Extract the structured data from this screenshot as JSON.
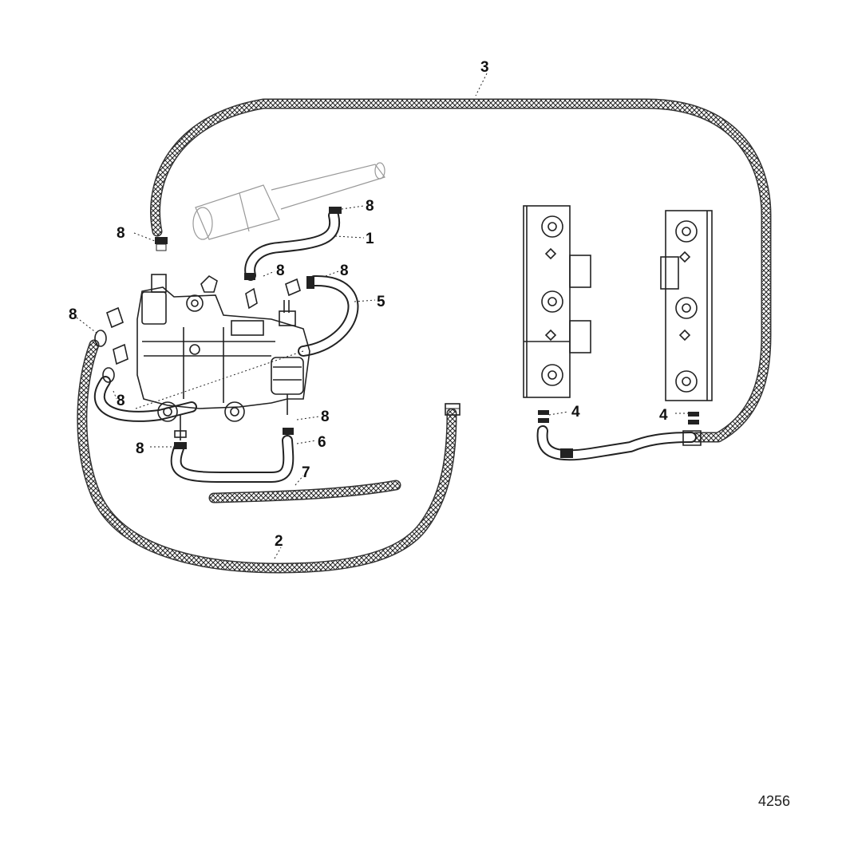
{
  "callouts": {
    "c1": "1",
    "c2": "2",
    "c3": "3",
    "c4a": "4",
    "c4b": "4",
    "c5": "5",
    "c6": "6",
    "c7": "7",
    "c8a": "8",
    "c8b": "8",
    "c8c": "8",
    "c8d": "8",
    "c8e": "8",
    "c8f": "8",
    "c8g": "8",
    "c8h": "8"
  },
  "figure_id": "4256"
}
